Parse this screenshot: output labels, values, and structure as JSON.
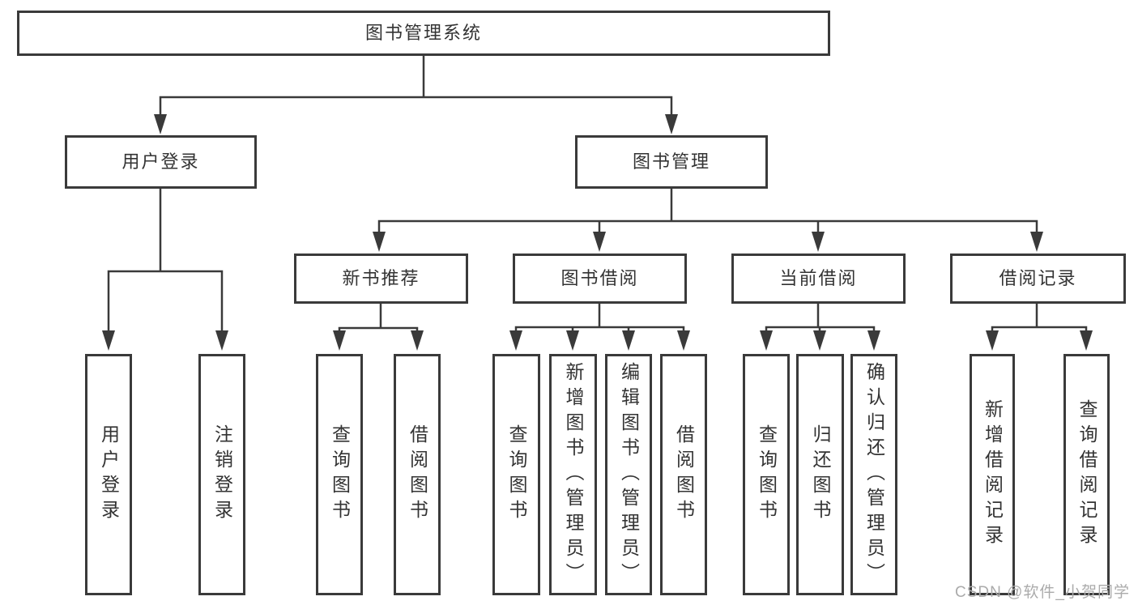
{
  "colors": {
    "line": "#3a3a3a",
    "text": "#333333",
    "background": "#ffffff",
    "watermark": "#ababab"
  },
  "watermark": "CSDN @软件_小贺同学",
  "tree": {
    "root": "图书管理系统",
    "branches": [
      {
        "label": "用户登录",
        "children": [
          "用户登录",
          "注销登录"
        ]
      },
      {
        "label": "图书管理",
        "children": [
          {
            "label": "新书推荐",
            "children": [
              "查询图书",
              "借阅图书"
            ]
          },
          {
            "label": "图书借阅",
            "children": [
              "查询图书",
              "新增图书（管理员）",
              "编辑图书（管理员）",
              "借阅图书"
            ]
          },
          {
            "label": "当前借阅",
            "children": [
              "查询图书",
              "归还图书",
              "确认归还（管理员）"
            ]
          },
          {
            "label": "借阅记录",
            "children": [
              "新增借阅记录",
              "查询借阅记录"
            ]
          }
        ]
      }
    ]
  }
}
